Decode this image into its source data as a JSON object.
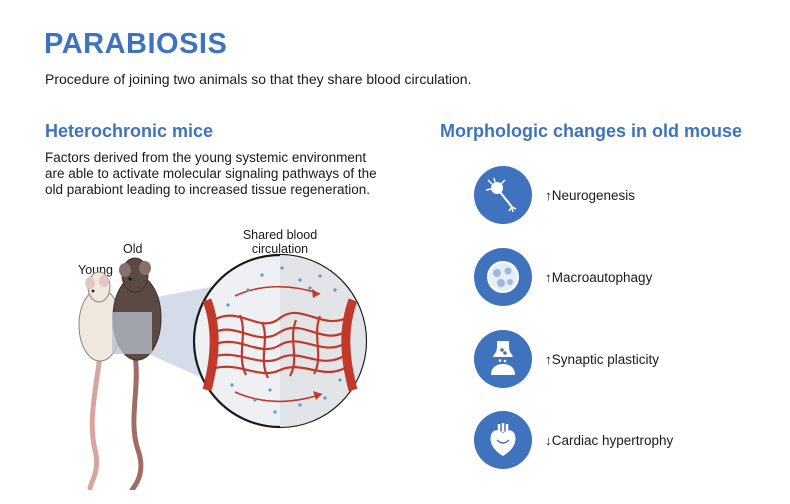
{
  "header": {
    "title": "PARABIOSIS",
    "subtitle": "Procedure of joining two animals so that they share blood circulation."
  },
  "left": {
    "heading": "Heterochronic mice",
    "description_lines": [
      "Factors derived from the young systemic environment",
      "are able to activate molecular signaling pathways of the",
      "old parabiont leading to increased tissue regeneration."
    ],
    "labels": {
      "old": "Old",
      "young": "Young",
      "blood_line1": "Shared blood",
      "blood_line2": "circulation"
    }
  },
  "right": {
    "heading": "Morphologic changes in old mouse",
    "items": [
      {
        "arrow": "↑",
        "label": "Neurogenesis",
        "icon": "neuron-icon"
      },
      {
        "arrow": "↑",
        "label": "Macroautophagy",
        "icon": "autophagosome-icon"
      },
      {
        "arrow": "↑",
        "label": "Synaptic plasticity",
        "icon": "synapse-icon"
      },
      {
        "arrow": "↓",
        "label": "Cardiac hypertrophy",
        "icon": "heart-icon"
      }
    ]
  },
  "colors": {
    "accent": "#3f73bd",
    "vessel": "#c0392b",
    "young_mouse": "#efe8de",
    "old_mouse": "#5b4a43"
  }
}
